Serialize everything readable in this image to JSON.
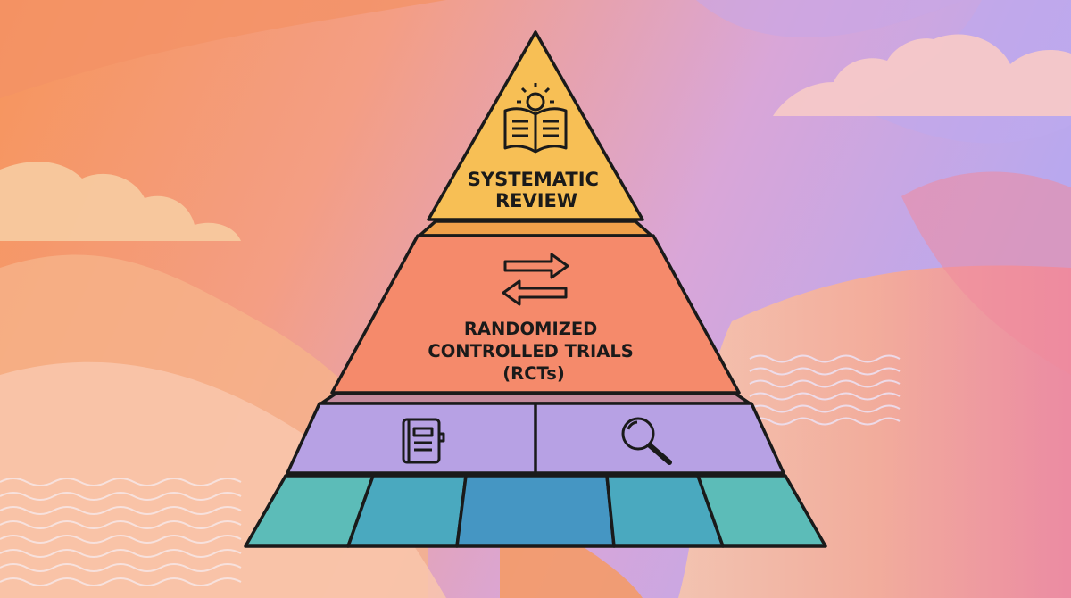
{
  "pyramid": {
    "top": {
      "label_lines": [
        "SYSTEMATIC",
        "REVIEW"
      ],
      "icon": "book-gear-icon",
      "color": "#f7bf55"
    },
    "middle": {
      "label_lines": [
        "RANDOMIZED",
        "CONTROLLED TRIALS",
        "(RCTs)"
      ],
      "icon": "swap-arrows-icon",
      "color": "#f58a6b"
    },
    "lower": {
      "icons": [
        "notebook-icon",
        "magnifier-icon"
      ],
      "color": "#b7a1e4"
    },
    "base": {
      "cells": 5,
      "colors": [
        "#5cbcb8",
        "#4aa9bf",
        "#4596c3",
        "#4aa9bf",
        "#5cbcb8"
      ]
    },
    "outline_color": "#1a1a1a"
  }
}
